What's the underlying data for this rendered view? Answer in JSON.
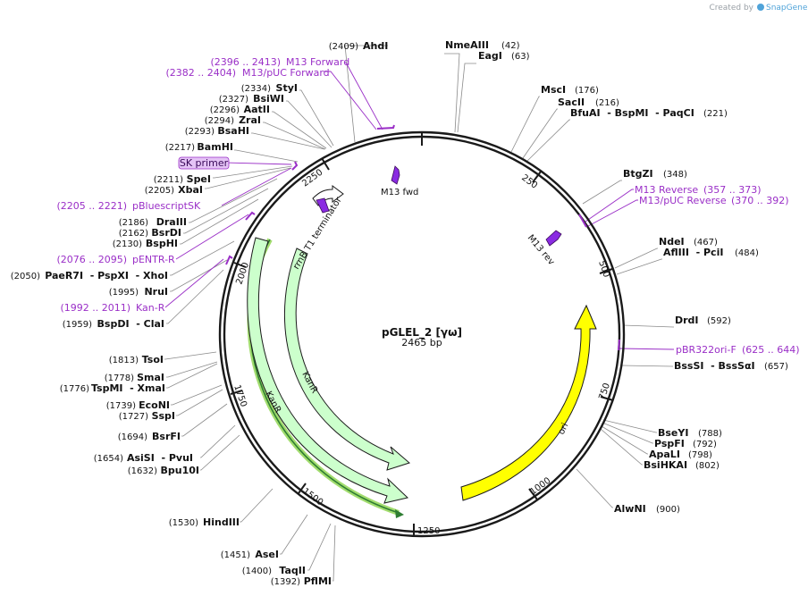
{
  "credit": {
    "prefix": "Created by",
    "brand": "SnapGene"
  },
  "plasmid": {
    "name": "pGLEL_2 [γω]",
    "length": "2465 bp"
  },
  "ticks": [
    "250",
    "500",
    "750",
    "1000",
    "1250",
    "1500",
    "1750",
    "2000",
    "2250"
  ],
  "features": {
    "ori": "ori",
    "kanr_outer": "KanR",
    "kanr_inner": "KanR",
    "terminator": "rrnB T1 terminator",
    "m13_fwd": "M13 fwd",
    "m13_rev": "M13 rev"
  },
  "enzymes_right": [
    {
      "name": "NmeAIII",
      "pos": "(42)"
    },
    {
      "name": "EagI",
      "pos": "(63)"
    },
    {
      "name": "MscI",
      "pos": "(176)"
    },
    {
      "name": "SacII",
      "pos": "(216)"
    },
    {
      "name": "BfuAI  - BspMI  - PaqCI",
      "pos": "(221)"
    },
    {
      "name": "BtgZI",
      "pos": "(348)"
    },
    {
      "name": "NdeI",
      "pos": "(467)"
    },
    {
      "name": "AflIII  - PciI",
      "pos": "(484)"
    },
    {
      "name": "DrdI",
      "pos": "(592)"
    },
    {
      "name": "BssSI  - BssSαI",
      "pos": "(657)"
    },
    {
      "name": "BseYI",
      "pos": "(788)"
    },
    {
      "name": "PspFI",
      "pos": "(792)"
    },
    {
      "name": "ApaLI",
      "pos": "(798)"
    },
    {
      "name": "BsiHKAI",
      "pos": "(802)"
    },
    {
      "name": "AlwNI",
      "pos": "(900)"
    }
  ],
  "enzymes_left": [
    {
      "name": "AhdI",
      "pos": "(2409)"
    },
    {
      "name": "StyI",
      "pos": "(2334)"
    },
    {
      "name": "BsiWI",
      "pos": "(2327)"
    },
    {
      "name": "AatII",
      "pos": "(2296)"
    },
    {
      "name": "ZraI",
      "pos": "(2294)"
    },
    {
      "name": "BsaHI",
      "pos": "(2293)"
    },
    {
      "name": "BamHI",
      "pos": "(2217)"
    },
    {
      "name": "SpeI",
      "pos": "(2211)"
    },
    {
      "name": "XbaI",
      "pos": "(2205)"
    },
    {
      "name": "DraIII",
      "pos": "(2186)"
    },
    {
      "name": "BsrDI",
      "pos": "(2162)"
    },
    {
      "name": "BspHI",
      "pos": "(2130)"
    },
    {
      "name": "PaeR7I  - PspXI  - XhoI",
      "pos": "(2050)"
    },
    {
      "name": "NruI",
      "pos": "(1995)"
    },
    {
      "name": "BspDI  - ClaI",
      "pos": "(1959)"
    },
    {
      "name": "TsoI",
      "pos": "(1813)"
    },
    {
      "name": "SmaI",
      "pos": "(1778)"
    },
    {
      "name": "TspMI  - XmaI",
      "pos": "(1776)"
    },
    {
      "name": "EcoNI",
      "pos": "(1739)"
    },
    {
      "name": "SspI",
      "pos": "(1727)"
    },
    {
      "name": "BsrFI",
      "pos": "(1694)"
    },
    {
      "name": "AsiSI  - PvuI",
      "pos": "(1654)"
    },
    {
      "name": "Bpu10I",
      "pos": "(1632)"
    },
    {
      "name": "HindIII",
      "pos": "(1530)"
    },
    {
      "name": "AseI",
      "pos": "(1451)"
    },
    {
      "name": "TaqII",
      "pos": "(1400)"
    },
    {
      "name": "PflMI",
      "pos": "(1392)"
    }
  ],
  "primers": {
    "m13_forward": {
      "name": "M13 Forward",
      "pos": "(2396 .. 2413)"
    },
    "m13_puc_forward": {
      "name": "M13/pUC Forward",
      "pos": "(2382 .. 2404)"
    },
    "sk_primer": {
      "name": "SK primer"
    },
    "pbluescriptsk": {
      "name": "pBluescriptSK",
      "pos": "(2205 .. 2221)"
    },
    "pentr_r": {
      "name": "pENTR-R",
      "pos": "(2076 .. 2095)"
    },
    "kan_r": {
      "name": "Kan-R",
      "pos": "(1992 .. 2011)"
    },
    "m13_reverse": {
      "name": "M13 Reverse",
      "pos": "(357 .. 373)"
    },
    "m13_puc_reverse": {
      "name": "M13/pUC Reverse",
      "pos": "(370 .. 392)"
    },
    "pbr322ori_f": {
      "name": "pBR322ori-F",
      "pos": "(625 .. 644)"
    }
  },
  "colors": {
    "backbone": "#1a1a1a",
    "primer": "#9a2fc7",
    "ori": "#ffff00",
    "kanr": "#ccffcc",
    "kanr_stroke": "#2e7d32",
    "terminator": "#ffffff",
    "m13_promoter": "#8a2be2",
    "leader": "#8a8a8a"
  }
}
